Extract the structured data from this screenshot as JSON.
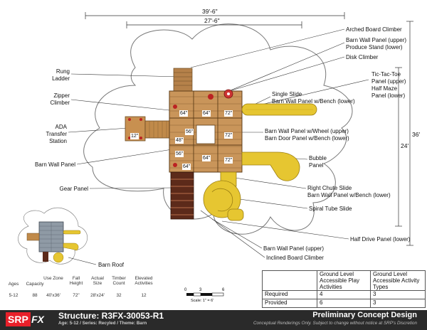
{
  "dimensions": {
    "width_total": "39'-6\"",
    "width_inner": "27'-6\"",
    "depth_inner": "24'",
    "depth_total": "36'"
  },
  "plan_labels": {
    "ht_64_a": "64\"",
    "ht_64_b": "64\"",
    "ht_72_a": "72\"",
    "ht_56_a": "56\"",
    "ht_72_b": "72\"",
    "ht_48": "48\"",
    "ht_56_b": "56\"",
    "ht_64_c": "64\"",
    "ht_72_c": "72\"",
    "ht_64_d": "64\"",
    "ht_12": "12\""
  },
  "callouts": {
    "arched_board_climber": "Arched Board Climber",
    "barn_wall_panel_upper": "Barn Wall Panel (upper)",
    "produce_stand_lower": "Produce Stand (lower)",
    "disk_climber": "Disk Climber",
    "tic_tac_toe_1": "Tic-Tac-Toe",
    "tic_tac_toe_2": "Panel (upper)",
    "tic_tac_toe_3": "Half Maze",
    "tic_tac_toe_4": "Panel (lower)",
    "rung_ladder_1": "Rung",
    "rung_ladder_2": "Ladder",
    "zipper_climber_1": "Zipper",
    "zipper_climber_2": "Climber",
    "single_slide_1": "Single Slide",
    "single_slide_2": "Barn Wall Panel w/Bench  (lower)",
    "ada_1": "ADA",
    "ada_2": "Transfer",
    "ada_3": "Station",
    "barn_wheel_1": "Barn Wall Panel w/Wheel (upper)",
    "barn_wheel_2": "Barn Door Panel w/Bench (lower)",
    "barn_wall_panel": "Barn Wall Panel",
    "bubble_panel_1": "Bubble",
    "bubble_panel_2": "Panel",
    "gear_panel": "Gear Panel",
    "right_chute_1": "Right Chute Slide",
    "right_chute_2": "Barn Wall Panel w/Bench (lower)",
    "spiral_tube_slide": "Spiral Tube Slide",
    "half_drive_panel": "Half Drive Panel (lower)",
    "barn_wall_panel_upper_2": "Barn Wall Panel (upper)",
    "inclined_board_climber": "Inclined Board Climber",
    "barn_roof": "Barn Roof"
  },
  "specs": {
    "headers": [
      "Ages",
      "Capacity",
      "Use Zone",
      "Fall Height",
      "Actual Size",
      "Timber Count",
      "Elevated Activities"
    ],
    "values": [
      "5-12",
      "88",
      "40'x36'",
      "72\"",
      "28'x24'",
      "32",
      "12"
    ]
  },
  "scale": {
    "tick0": "0",
    "tick3": "3",
    "tick6": "6",
    "label": "Scale: 1\" = 6'"
  },
  "accessibility_table": {
    "headers": [
      "",
      "Ground Level Accessible Play Activities",
      "Ground Level Accessible Activity Types"
    ],
    "rows": [
      [
        "Required",
        "4",
        "3"
      ],
      [
        "Provided",
        "6",
        "3"
      ]
    ]
  },
  "footer": {
    "logo_srp": "SRP",
    "logo_fx": "FX",
    "structure": "Structure: R3FX-30053-R1",
    "subtitle": "Age: 5-12 / Series: Recyled / Theme: Barn",
    "preliminary": "Preliminary Concept Design",
    "disclaimer": "Conceptual Renderings Only. Subject to change without notice at SRP's Discretion"
  },
  "colors": {
    "wood": "#c08a4a",
    "slide_yellow": "#e6c631",
    "footer_bg": "#2a2a2a",
    "logo_red": "#e8202a"
  }
}
